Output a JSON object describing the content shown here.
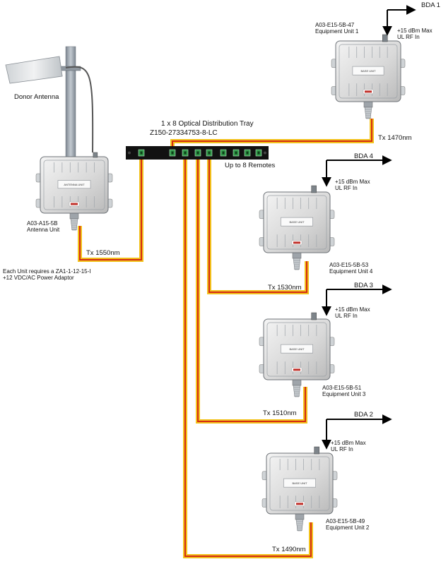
{
  "donor_antenna": {
    "label": "Donor Antenna"
  },
  "tray": {
    "title": "1 x 8 Optical Distribution Tray",
    "part": "Z150-27334753-8-LC",
    "remotes_note": "Up to 8 Remotes"
  },
  "antenna_unit": {
    "model": "A03-A15-5B",
    "name": "Antenna Unit",
    "panel_label": "ANTENNA UNIT",
    "tx": "Tx 1550nm"
  },
  "power_note": {
    "line1": "Each Unit requires a ZA1-1-12-15-I",
    "line2": "+12 VDC/AC Power Adaptor"
  },
  "equipment_units": [
    {
      "model": "A03-E15-5B-47",
      "name": "Equipment Unit 1",
      "bda": "BDA 1",
      "rf_max": "+15 dBm Max",
      "rf_in": "UL RF In",
      "tx": "Tx 1470nm",
      "panel_label": "BASE UNIT"
    },
    {
      "model": "A03-E15-5B-53",
      "name": "Equipment Unit 4",
      "bda": "BDA 4",
      "rf_max": "+15 dBm Max",
      "rf_in": "UL RF In",
      "tx": "Tx 1530nm",
      "panel_label": "BASE UNIT"
    },
    {
      "model": "A03-E15-5B-51",
      "name": "Equipment Unit 3",
      "bda": "BDA 3",
      "rf_max": "+15 dBm Max",
      "rf_in": "UL RF In",
      "tx": "Tx 1510nm",
      "panel_label": "BASE UNIT"
    },
    {
      "model": "A03-E15-5B-49",
      "name": "Equipment Unit 2",
      "bda": "BDA 2",
      "rf_max": "+15 dBm Max",
      "rf_in": "UL RF In",
      "tx": "Tx 1490nm",
      "panel_label": "BASE UNIT"
    }
  ],
  "colors": {
    "fiber_outer": "#f2c21b",
    "fiber_inner": "#d42b14",
    "tray_body": "#111111",
    "port_green": "#2f9a47",
    "enclosure": "#dcdcdc",
    "pole": "#9aa3ad"
  }
}
